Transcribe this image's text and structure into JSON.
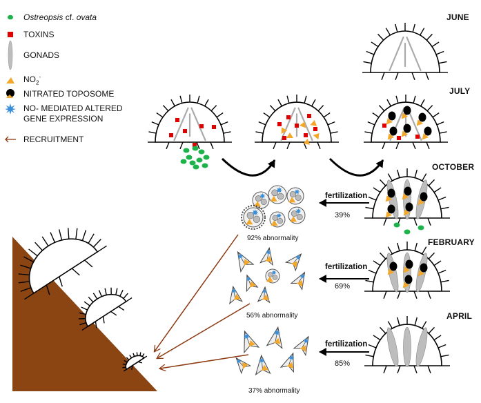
{
  "legend": {
    "ostreopsis": {
      "species": "Ostreopsis",
      "suffix": " cf. ",
      "epithet": "ovata"
    },
    "toxins": "TOXINS",
    "gonads": "GONADS",
    "no2": {
      "base": "NO",
      "sub": "2",
      "sup": "-"
    },
    "nitrated": "NITRATED TOPOSOME",
    "no_mediated": "NO- MEDIATED ALTERED GENE EXPRESSION",
    "recruitment": "RECRUITMENT"
  },
  "months": {
    "june": "JUNE",
    "july": "JULY",
    "october": "OCTOBER",
    "february": "FEBRUARY",
    "april": "APRIL"
  },
  "fertilization": [
    {
      "label": "fertilization",
      "percent": "39%",
      "abnormality": "92% abnormality"
    },
    {
      "label": "fertilization",
      "percent": "69%",
      "abnormality": "56% abnormality"
    },
    {
      "label": "fertilization",
      "percent": "85%",
      "abnormality": "37% abnormality"
    }
  ],
  "colors": {
    "ostreopsis": "#1db34a",
    "toxins": "#e00000",
    "gonads": "#bdbdbd",
    "no2": "#f3a82b",
    "toposome": "#000000",
    "altered_gene": "#3a8fd8",
    "recruitment": "#8b3a12",
    "rock": "#8b4513"
  }
}
